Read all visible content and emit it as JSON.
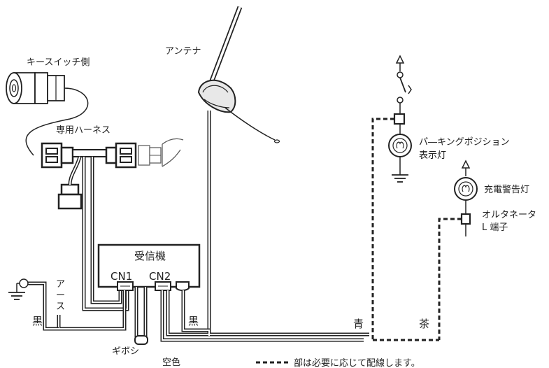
{
  "labels": {
    "antenna": "アンテナ",
    "key_switch_side": "キースイッチ側",
    "dedicated_harness": "専用ハーネス",
    "receiver": "受信機",
    "cn1": "CN1",
    "cn2": "CN2",
    "earth_vertical": [
      "ア",
      "ー",
      "ス"
    ],
    "black_left": "黒",
    "black_center": "黒",
    "blue": "青",
    "brown": "茶",
    "gibosi": "ギボシ",
    "spare_color": "空色",
    "parking_lamp_line1": "パ―キングポジション",
    "parking_lamp_line2": "表示灯",
    "charge_warning_lamp": "充電警告灯",
    "alternator_line1": "オルタネータ",
    "alternator_line2": "L 端子",
    "legend_note": "部は必要に応じて配線します。"
  },
  "colors": {
    "line": "#222222",
    "antenna_body": "#e8e8e8"
  }
}
